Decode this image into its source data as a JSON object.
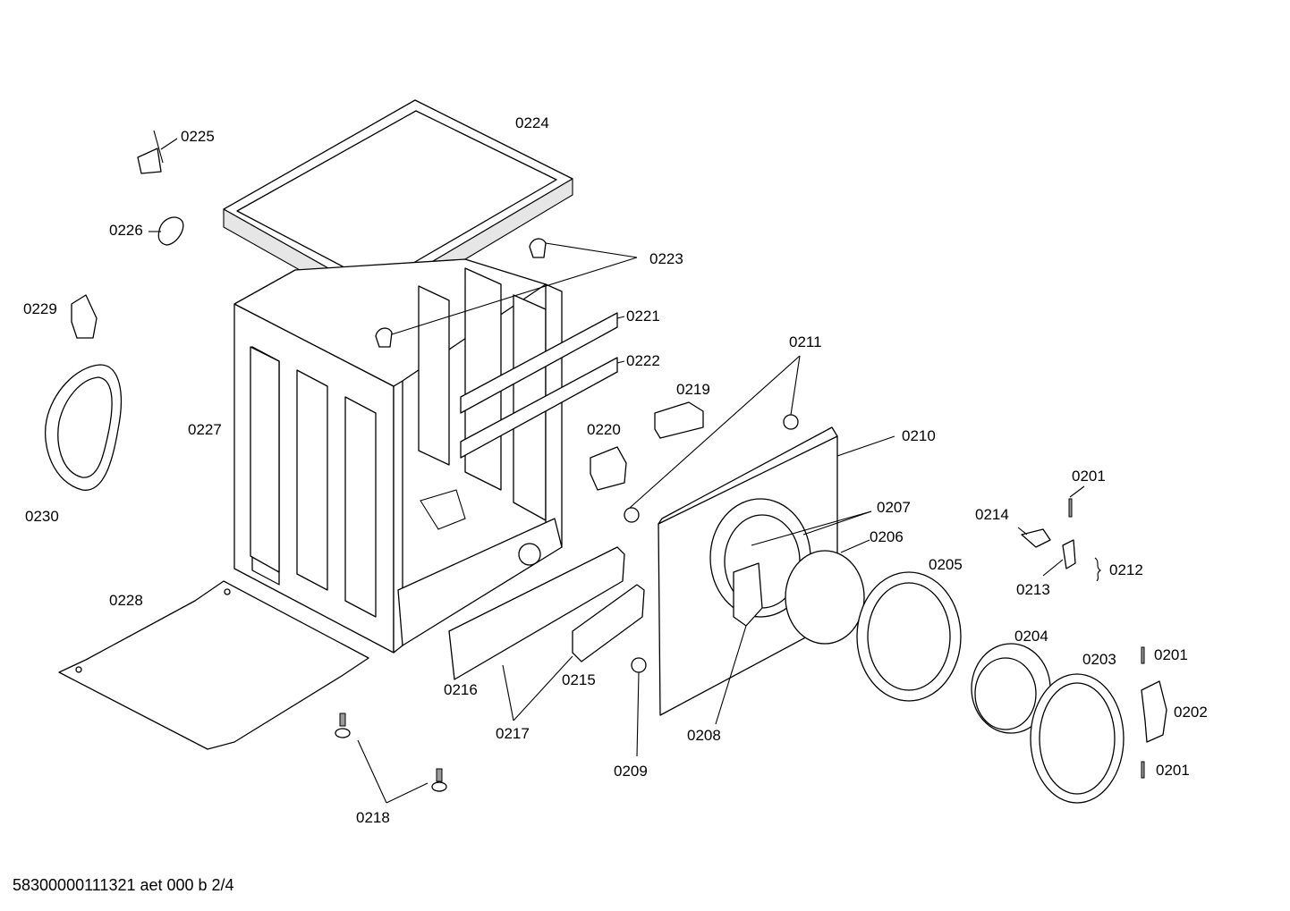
{
  "labels": {
    "l0201a": "0201",
    "l0201b": "0201",
    "l0201c": "0201",
    "l0202": "0202",
    "l0203": "0203",
    "l0204": "0204",
    "l0205": "0205",
    "l0206": "0206",
    "l0207": "0207",
    "l0208": "0208",
    "l0209": "0209",
    "l0210": "0210",
    "l0211": "0211",
    "l0212": "0212",
    "l0213": "0213",
    "l0214": "0214",
    "l0215": "0215",
    "l0216": "0216",
    "l0217": "0217",
    "l0218": "0218",
    "l0219": "0219",
    "l0220": "0220",
    "l0221": "0221",
    "l0222": "0222",
    "l0223": "0223",
    "l0224": "0224",
    "l0225": "0225",
    "l0226": "0226",
    "l0227": "0227",
    "l0228": "0228",
    "l0229": "0229",
    "l0230": "0230"
  },
  "footer": "58300000111321 aet 000 b 2/4"
}
